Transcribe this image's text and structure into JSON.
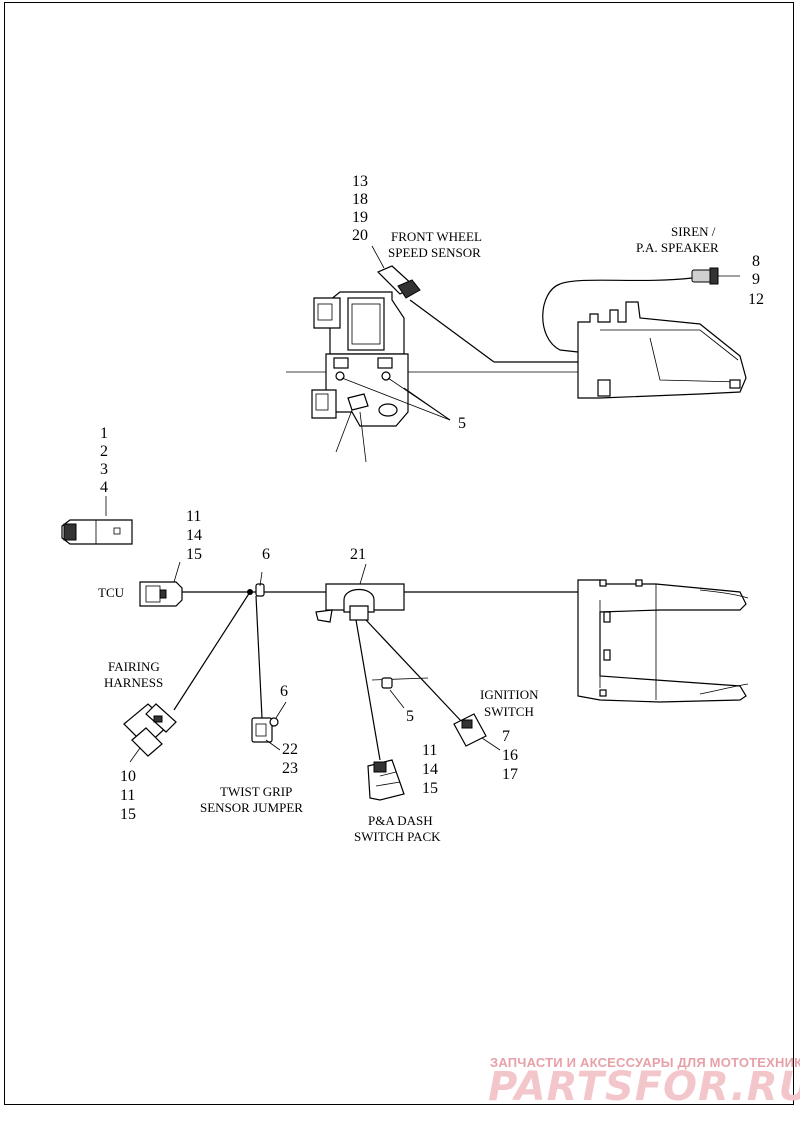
{
  "labels": {
    "front_wheel_speed_sensor": [
      "FRONT WHEEL",
      "SPEED SENSOR"
    ],
    "siren_pa_speaker": [
      "SIREN /",
      "P.A. SPEAKER"
    ],
    "tcu": "TCU",
    "fairing_harness": [
      "FAIRING",
      "HARNESS"
    ],
    "twist_grip_sensor_jumper": [
      "TWIST GRIP",
      "SENSOR JUMPER"
    ],
    "pa_dash_switch_pack": [
      "P&A DASH",
      "SWITCH PACK"
    ],
    "ignition_switch": [
      "IGNITION",
      "SWITCH"
    ]
  },
  "callouts": {
    "speed_sensor_refs": [
      "13",
      "18",
      "19",
      "20"
    ],
    "siren_refs": [
      "8",
      "9",
      "12"
    ],
    "clip_upper": "5",
    "connector_refs": [
      "1",
      "2",
      "3",
      "4"
    ],
    "tcu_refs": [
      "11",
      "14",
      "15"
    ],
    "clip_6a": "6",
    "bracket_ref": "21",
    "fairing_refs": [
      "10",
      "11",
      "15"
    ],
    "clip_6b": "6",
    "twist_grip_refs": [
      "22",
      "23"
    ],
    "clip_lower": "5",
    "dash_switch_refs": [
      "11",
      "14",
      "15"
    ],
    "ignition_refs": [
      "7",
      "16",
      "17"
    ]
  },
  "watermark": {
    "line1": "ЗАПЧАСТИ И АКСЕССУАРЫ ДЛЯ МОТОТЕХНИКИ",
    "line2": "PARTSFOR.RU"
  }
}
